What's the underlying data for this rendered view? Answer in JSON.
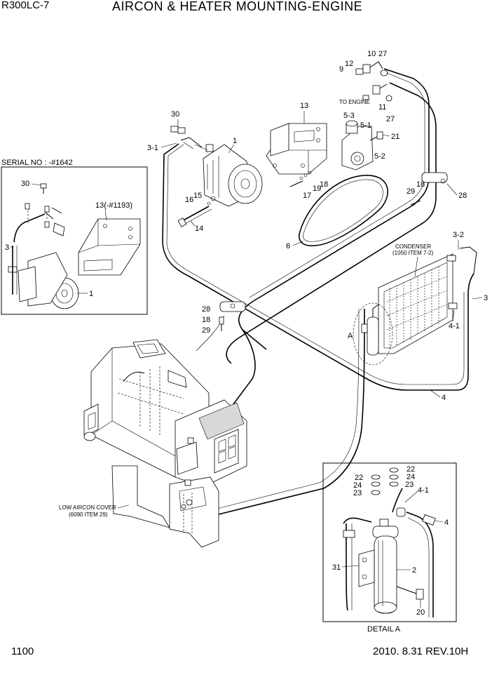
{
  "header": {
    "model": "R300LC-7",
    "title": "AIRCON & HEATER MOUNTING-ENGINE"
  },
  "footer": {
    "page": "1100",
    "revision": "2010. 8.31  REV.10H"
  },
  "inset": {
    "serial": "SERIAL NO : -#1642",
    "part_13": "13(-#1193)"
  },
  "notes": {
    "to_engine": "TO ENGINE",
    "condenser_1": "CONDENSER",
    "condenser_2": "(1050 ITEM 7-2)",
    "cover_1": "LOW AIRCON COVER",
    "cover_2": "(6090 ITEM 29)",
    "detail_ref": "A",
    "detail_caption": "DETAIL A"
  },
  "callouts": {
    "p1": "1",
    "p1b": "1",
    "p2": "2",
    "p3a": "3",
    "p3b": "3",
    "p3_1": "3-1",
    "p3_2": "3-2",
    "p4a": "4",
    "p4b": "4",
    "p4_1a": "4-1",
    "p4_1b": "4-1",
    "p5_1": "5-1",
    "p5_2": "5-2",
    "p5_3": "5-3",
    "p6": "6",
    "p9": "9",
    "p10": "10",
    "p11": "11",
    "p12": "12",
    "p13": "13",
    "p14": "14",
    "p15": "15",
    "p16": "16",
    "p17": "17",
    "p18a": "18",
    "p18b": "18",
    "p18c": "18",
    "p19": "19",
    "p20": "20",
    "p21": "21",
    "p22a": "22",
    "p22b": "22",
    "p23a": "23",
    "p23b": "23",
    "p24a": "24",
    "p24b": "24",
    "p27a": "27",
    "p27b": "27",
    "p28a": "28",
    "p28b": "28",
    "p29a": "29",
    "p29b": "29",
    "p30a": "30",
    "p30b": "30",
    "p31": "31"
  }
}
